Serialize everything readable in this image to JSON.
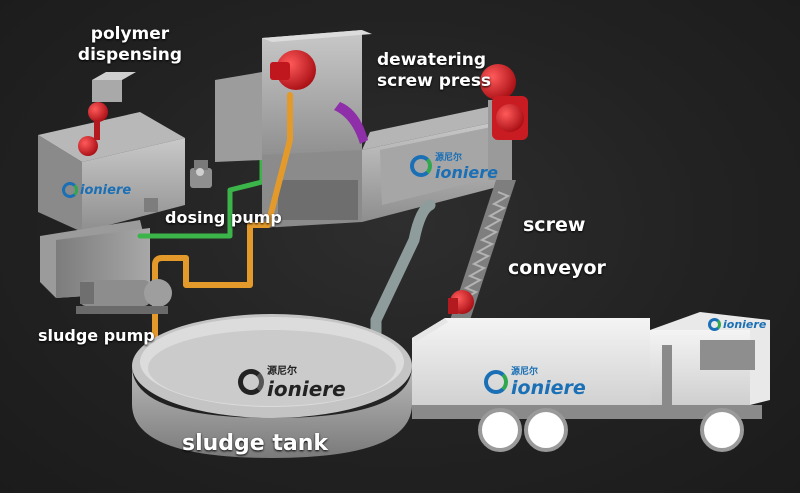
{
  "labels": {
    "polymer_dispensing": "polymer\ndispensing",
    "dewatering_screw_press": "dewatering\nscrew press",
    "dosing_pump": "dosing pump",
    "screw": "screw",
    "conveyor": "conveyor",
    "sludge_pump": "sludge pump",
    "sludge_tank": "sludge tank"
  },
  "brand": {
    "name": "ioniere",
    "cn": "源尼尔"
  },
  "colors": {
    "background": "#222222",
    "equipment_gray": "#9a9a9a",
    "motor_red": "#d8232a",
    "sludge_pipe_orange": "#e39a2a",
    "polymer_pipe_green": "#3bb54a",
    "brand_blue": "#1a6fb5",
    "brand_green": "#2fa84f",
    "label_text": "#ffffff"
  }
}
